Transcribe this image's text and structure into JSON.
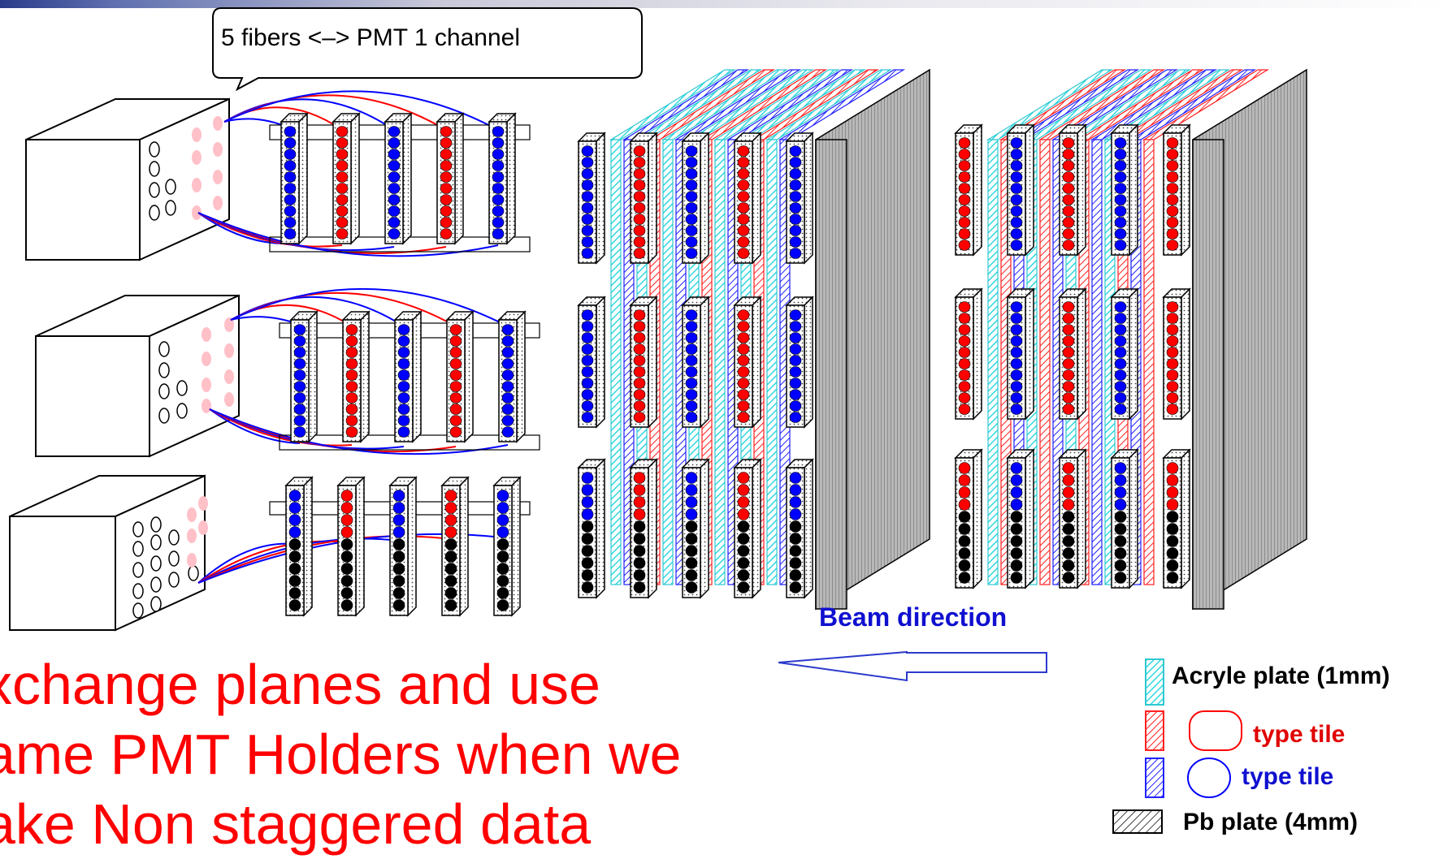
{
  "callout": {
    "text": "5 fibers <–> PMT 1 channel"
  },
  "beam": {
    "label": "Beam direction"
  },
  "note": {
    "lines": [
      "xchange planes and use",
      "ame PMT Holders when we",
      "ake Non staggered data"
    ]
  },
  "legend": {
    "acryle": "Acryle plate (1mm)",
    "red_tile": "type tile",
    "blue_tile": "type tile",
    "pb": "Pb plate (4mm)"
  },
  "colors": {
    "red": "#ff0000",
    "blue": "#0000ff",
    "cyan": "#30e0e0",
    "black": "#000000",
    "pink": "#ffc0c8"
  }
}
